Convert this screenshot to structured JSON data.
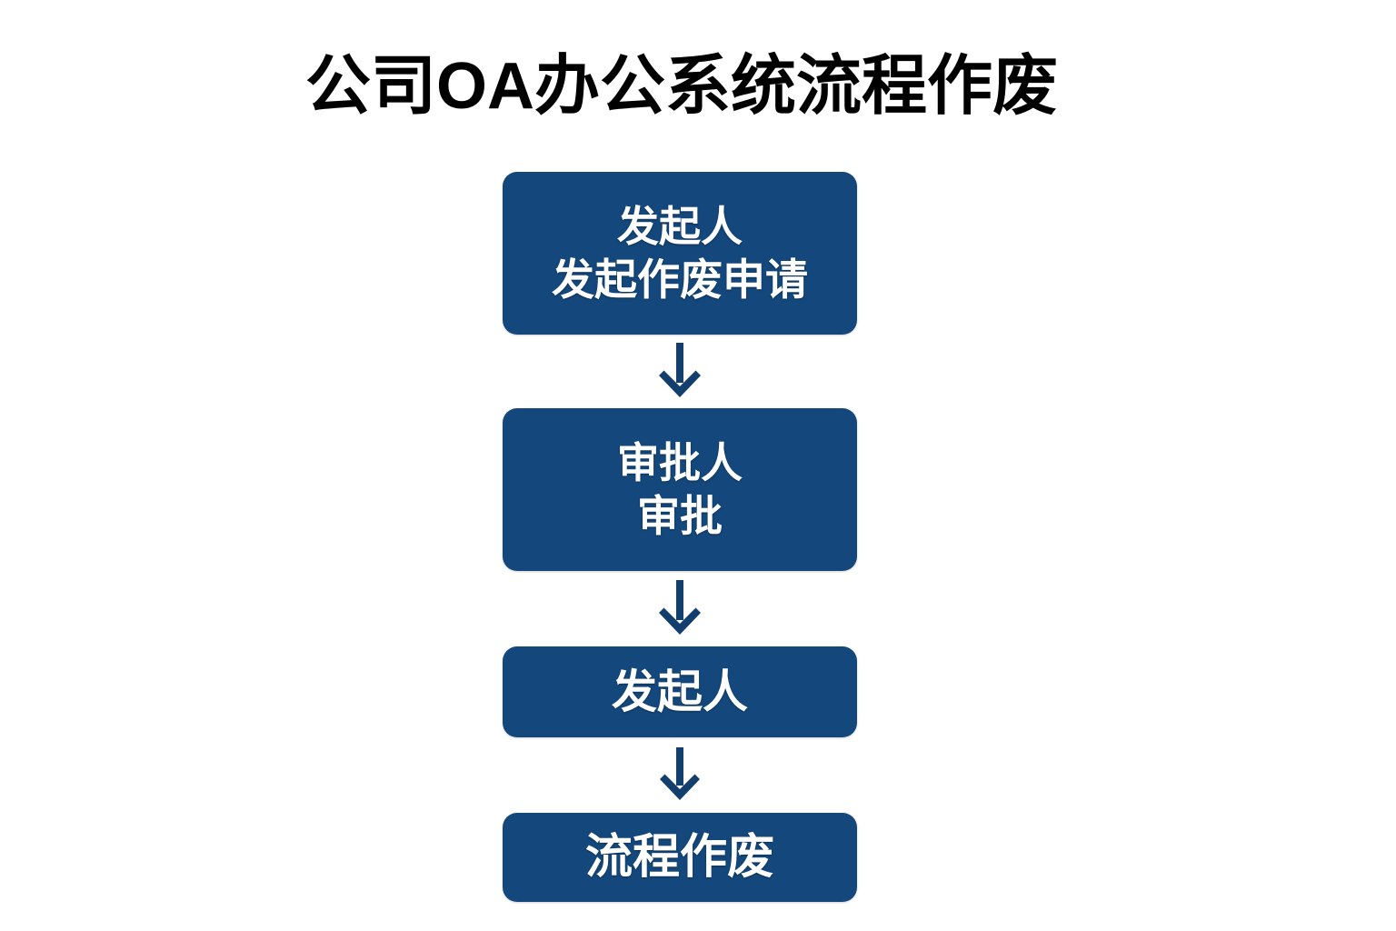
{
  "page": {
    "background_color": "#ffffff",
    "title": "公司OA办公系统流程作废",
    "title_color": "#000000"
  },
  "theme": {
    "node_fill": "#14487c",
    "node_text_color": "#ffffff",
    "arrow_color": "#123f6d"
  },
  "flow": {
    "type": "vertical-flowchart",
    "nodes": [
      {
        "id": "node-1",
        "role": "发起人",
        "action": "发起作废申请",
        "lines": [
          "发起人",
          "发起作废申请"
        ]
      },
      {
        "id": "node-2",
        "role": "审批人",
        "action": "审批",
        "lines": [
          "审批人",
          "审批"
        ]
      },
      {
        "id": "node-3",
        "role": "发起人",
        "action": "",
        "lines": [
          "发起人"
        ]
      },
      {
        "id": "node-4",
        "role": "流程作废",
        "action": "",
        "lines": [
          "流程作废"
        ]
      }
    ],
    "connectors": [
      {
        "id": "arrow-1",
        "from": "node-1",
        "to": "node-2",
        "icon": "arrow-down-icon"
      },
      {
        "id": "arrow-2",
        "from": "node-2",
        "to": "node-3",
        "icon": "arrow-down-icon"
      },
      {
        "id": "arrow-3",
        "from": "node-3",
        "to": "node-4",
        "icon": "arrow-down-icon"
      }
    ]
  }
}
